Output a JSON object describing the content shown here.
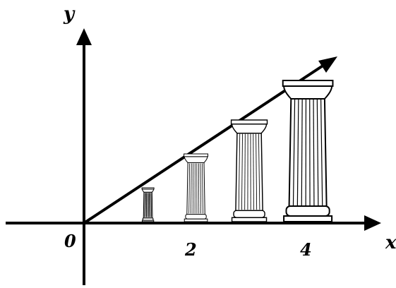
{
  "axes": {
    "x_label": "x",
    "y_label": "y",
    "origin_label": "0"
  },
  "ticks": {
    "t2": "2",
    "t4": "4"
  },
  "columns": [
    {
      "x_center": 1.2,
      "height_fraction": 0.24
    },
    {
      "x_center": 2.1,
      "height_fraction": 0.48
    },
    {
      "x_center": 3.1,
      "height_fraction": 0.72
    },
    {
      "x_center": 4.2,
      "height_fraction": 1.0
    }
  ],
  "colors": {
    "ink": "#000000",
    "background": "#ffffff"
  }
}
